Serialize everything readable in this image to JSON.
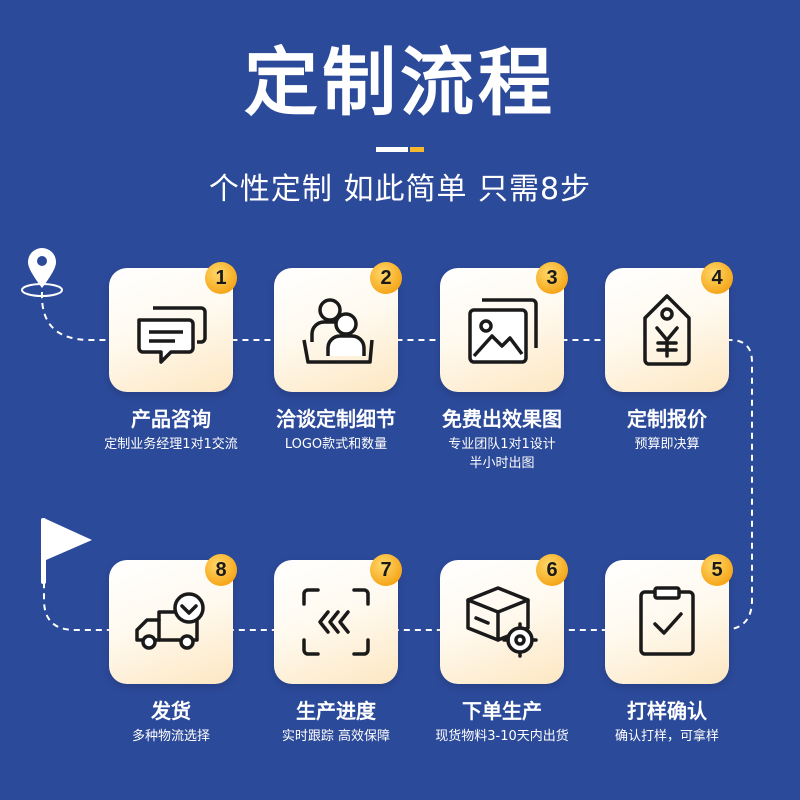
{
  "header": {
    "title": "定制流程",
    "subtitle": "个性定制 如此简单 只需8步"
  },
  "colors": {
    "background": "#2c4a9a",
    "badge": "#f6a81c",
    "card_bottom": "#fde7c2"
  },
  "steps": [
    {
      "number": "1",
      "title": "产品咨询",
      "desc1": "定制业务经理1对1交流",
      "desc2": "",
      "icon": "chat-bubbles-icon"
    },
    {
      "number": "2",
      "title": "洽谈定制细节",
      "desc1": "LOGO款式和数量",
      "desc2": "",
      "icon": "people-icon"
    },
    {
      "number": "3",
      "title": "免费出效果图",
      "desc1": "专业团队1对1设计",
      "desc2": "半小时出图",
      "icon": "image-gallery-icon"
    },
    {
      "number": "4",
      "title": "定制报价",
      "desc1": "预算即决算",
      "desc2": "",
      "icon": "price-tag-icon"
    },
    {
      "number": "5",
      "title": "打样确认",
      "desc1": "确认打样，可拿样",
      "desc2": "",
      "icon": "clipboard-check-icon"
    },
    {
      "number": "6",
      "title": "下单生产",
      "desc1": "现货物料3-10天内出货",
      "desc2": "",
      "icon": "box-gear-icon"
    },
    {
      "number": "7",
      "title": "生产进度",
      "desc1": "实时跟踪 高效保障",
      "desc2": "",
      "icon": "progress-scan-icon"
    },
    {
      "number": "8",
      "title": "发货",
      "desc1": "多种物流选择",
      "desc2": "",
      "icon": "delivery-truck-icon"
    }
  ]
}
